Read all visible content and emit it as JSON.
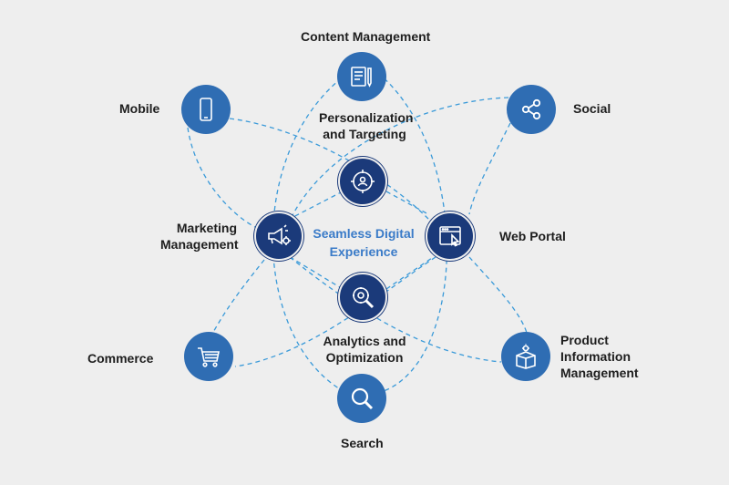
{
  "diagram": {
    "center": {
      "line1": "Seamless Digital",
      "line2": "Experience"
    },
    "nodes": [
      {
        "id": "content",
        "label": "Content Management",
        "icon": "document-pencil-icon"
      },
      {
        "id": "mobile",
        "label": "Mobile",
        "icon": "smartphone-icon"
      },
      {
        "id": "social",
        "label": "Social",
        "icon": "share-icon"
      },
      {
        "id": "personalization",
        "label_line1": "Personalization",
        "label_line2": "and Targeting",
        "icon": "target-user-icon"
      },
      {
        "id": "marketing",
        "label_line1": "Marketing",
        "label_line2": "Management",
        "icon": "megaphone-gear-icon"
      },
      {
        "id": "webportal",
        "label": "Web Portal",
        "icon": "browser-cursor-icon"
      },
      {
        "id": "analytics",
        "label_line1": "Analytics and",
        "label_line2": "Optimization",
        "icon": "gear-magnifier-icon"
      },
      {
        "id": "commerce",
        "label": "Commerce",
        "icon": "shopping-cart-icon"
      },
      {
        "id": "pim",
        "label_line1": "Product",
        "label_line2": "Information",
        "label_line3": "Management",
        "icon": "box-gear-icon"
      },
      {
        "id": "search",
        "label": "Search",
        "icon": "search-icon"
      }
    ],
    "colors": {
      "outer_node": "#2f6db3",
      "inner_node": "#1b3a7a",
      "connector": "#3a9ad9",
      "center_text": "#3a7bc8"
    }
  }
}
